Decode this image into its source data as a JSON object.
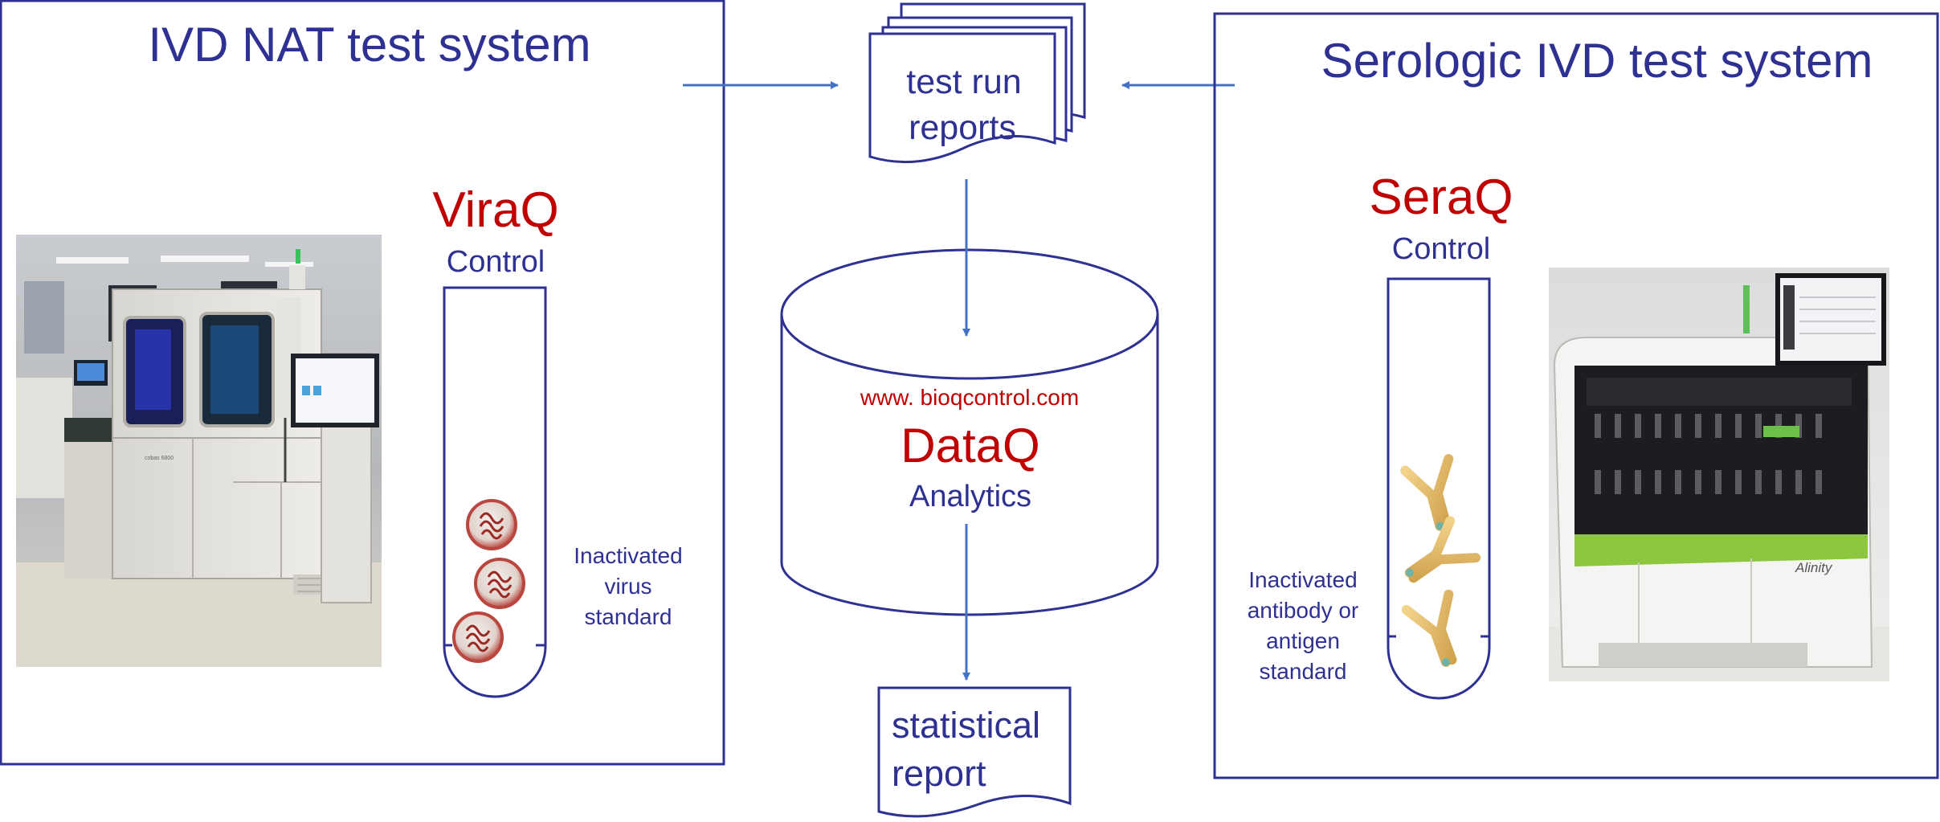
{
  "left_panel": {
    "title": "IVD NAT test system",
    "tube_title": "ViraQ",
    "tube_subtitle": "Control",
    "standard_label": [
      "Inactivated",
      "virus",
      "standard"
    ],
    "instrument_label": "cobas 6800"
  },
  "right_panel": {
    "title": "Serologic IVD test system",
    "tube_title": "SeraQ",
    "tube_subtitle": "Control",
    "standard_label": [
      "Inactivated",
      "antibody or",
      "antigen",
      "standard"
    ],
    "instrument_brand": "Alinity"
  },
  "reports": {
    "label": [
      "test run",
      "reports"
    ]
  },
  "database": {
    "url": "www. bioqcontrol.com",
    "title": "DataQ",
    "subtitle": "Analytics"
  },
  "output": {
    "label": [
      "statistical",
      "report"
    ]
  },
  "colors": {
    "navy": "#2e3192",
    "red": "#c00000",
    "arrow": "#4472c4",
    "instrument_green": "#8dc63f"
  }
}
